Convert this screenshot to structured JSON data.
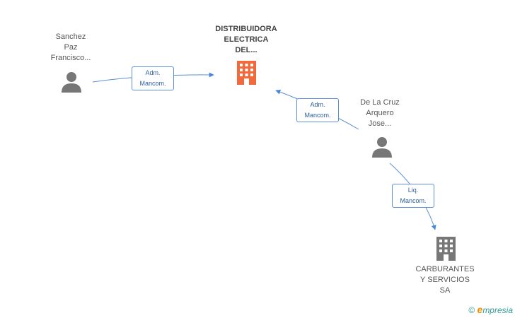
{
  "nodes": {
    "main_company": {
      "lines": [
        "DISTRIBUIDORA",
        "ELECTRICA",
        "DEL..."
      ],
      "color": "#f26a3c"
    },
    "person_sanchez": {
      "lines": [
        "Sanchez",
        "Paz",
        "Francisco..."
      ]
    },
    "person_delacruz": {
      "lines": [
        "De La Cruz",
        "Arquero",
        "Jose..."
      ]
    },
    "company_carburantes": {
      "lines": [
        "CARBURANTES",
        "Y SERVICIOS",
        "SA"
      ],
      "color": "#777777"
    }
  },
  "edges": {
    "sanchez_to_main": {
      "lines": [
        "Adm.",
        "Mancom."
      ]
    },
    "delacruz_to_main": {
      "lines": [
        "Adm.",
        "Mancom."
      ]
    },
    "delacruz_to_carburantes": {
      "lines": [
        "Liq.",
        "Mancom."
      ]
    }
  },
  "footer": {
    "copyright_symbol": "©",
    "brand_initial": "e",
    "brand_rest": "mpresia"
  },
  "colors": {
    "edge": "#5b8fd6",
    "person_icon": "#777777"
  }
}
